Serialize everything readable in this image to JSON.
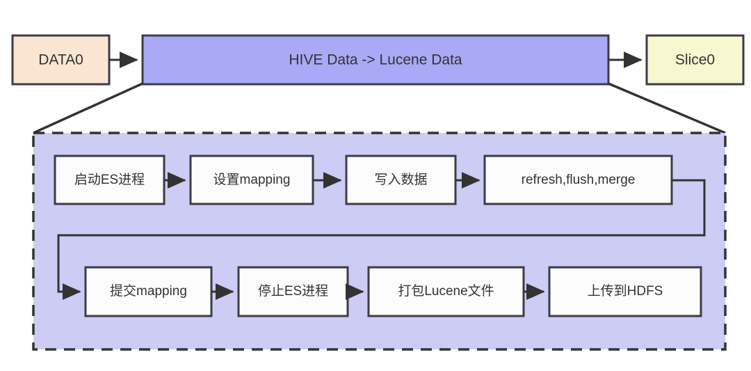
{
  "diagram": {
    "title": "HIVE Data to Lucene Data conversion pipeline",
    "top_row": {
      "input": {
        "label": "DATA0",
        "fill": "#fae5d3",
        "stroke": "#3c3c46"
      },
      "process": {
        "label": "HIVE Data -> Lucene Data",
        "fill": "#a9a9f5",
        "stroke": "#3c3c46"
      },
      "output": {
        "label": "Slice0",
        "fill": "#f7f7d0",
        "stroke": "#3c3c46"
      }
    },
    "detail_panel": {
      "fill": "#ccccf5",
      "border_style": "dashed",
      "border_color": "#333333",
      "row1": [
        {
          "label": "启动ES进程"
        },
        {
          "label": "设置mapping"
        },
        {
          "label": "写入数据"
        },
        {
          "label": "refresh,flush,merge"
        }
      ],
      "row2": [
        {
          "label": "提交mapping"
        },
        {
          "label": "停止ES进程"
        },
        {
          "label": "打包Lucene文件"
        },
        {
          "label": "上传到HDFS"
        }
      ]
    },
    "colors": {
      "arrow": "#333333",
      "box_fill": "#fcfcfc",
      "box_stroke": "#3c3c46",
      "text": "#333333",
      "background": "#ffffff"
    }
  }
}
